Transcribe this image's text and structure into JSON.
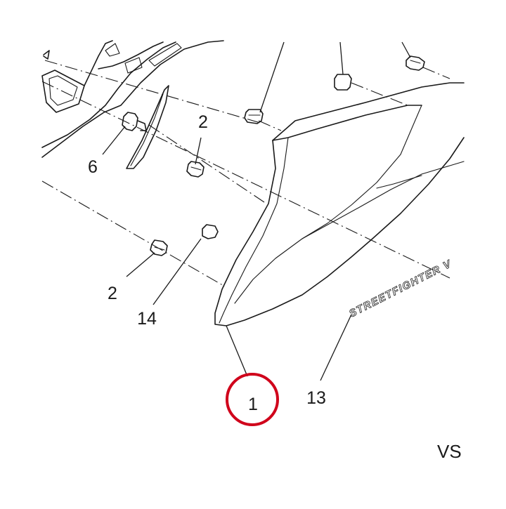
{
  "diagram": {
    "callouts": {
      "c1": "1",
      "c2_upper": "2",
      "c2_lower": "2",
      "c6": "6",
      "c13": "13",
      "c14": "14"
    },
    "decal_text": "STREETFIGHTER V",
    "corner_label": "VS",
    "highlight_color": "#d0021b",
    "line_color": "#1a1a1a",
    "background": "#ffffff"
  }
}
